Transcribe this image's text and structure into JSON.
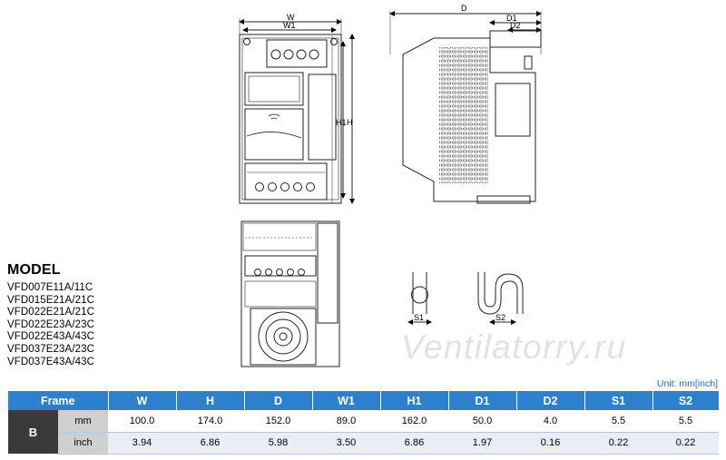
{
  "drawing": {
    "front_width_label": "W",
    "front_width1_label": "W1",
    "front_height_label": "H",
    "front_height1_label": "H1",
    "side_depth_label": "D",
    "side_depth1_label": "D1",
    "side_depth2_label": "D2",
    "terminal_labels": [
      "S1",
      "S2"
    ],
    "slot_label_s1": "S1",
    "slot_label_s2": "S2"
  },
  "model": {
    "title": "MODEL",
    "items": [
      "VFD007E11A/11C",
      "VFD015E21A/21C",
      "VFD022E21A/21C",
      "VFD022E23A/23C",
      "VFD022E43A/43C",
      "VFD037E23A/23C",
      "VFD037E43A/43C"
    ]
  },
  "watermark": "Ventilatorry.ru",
  "unit_note": "Unit: mm[inch]",
  "table": {
    "headers": [
      "Frame",
      "W",
      "H",
      "D",
      "W1",
      "H1",
      "D1",
      "D2",
      "S1",
      "S2"
    ],
    "frame": "B",
    "rows": [
      {
        "unit": "mm",
        "values": [
          "100.0",
          "174.0",
          "152.0",
          "89.0",
          "162.0",
          "50.0",
          "4.0",
          "5.5",
          "5.5"
        ]
      },
      {
        "unit": "inch",
        "values": [
          "3.94",
          "6.86",
          "5.98",
          "3.50",
          "6.86",
          "1.97",
          "0.16",
          "0.22",
          "0.22"
        ]
      }
    ]
  },
  "colors": {
    "header_blue": "#2d80cc",
    "unit_note_blue": "#1f6ebb",
    "frame_cell": "#3a3a3a"
  }
}
